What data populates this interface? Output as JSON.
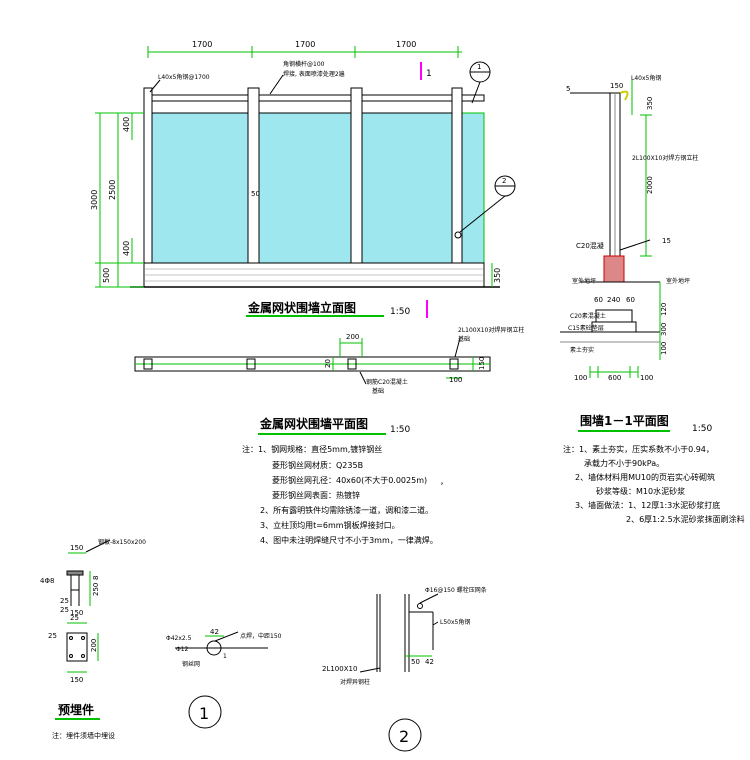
{
  "colors": {
    "green": "#00cc00",
    "cyan": "#9ee7ee",
    "magenta": "#ff00ff",
    "dim": "#000000"
  },
  "elevation": {
    "top_dims": [
      "1700",
      "1700",
      "1700"
    ],
    "label_post": "L40x5角钢@1700",
    "label_rail1": "角钢横杆@100",
    "label_rail2": "焊接, 表面喷漆处理2遍",
    "marker": "1",
    "circle1": "1",
    "circle2": "2",
    "dim_total": "3000",
    "dim_mesh": "2500",
    "dim_top": "400",
    "dim_bot": "400",
    "dim_base": "500",
    "dim_mid": "50",
    "dim_right": "350",
    "title": "金属网状围墙立面图",
    "scale": "1:50"
  },
  "plan": {
    "dim_200": "200",
    "dim_20": "20",
    "dim_150": "150",
    "dim_100": "100",
    "label_base": "钢筋C20混凝土",
    "label_base2": "基础",
    "label_right": "2L100X10对焊异钢立柱",
    "label_right2": "基础",
    "title": "金属网状围墙平面图",
    "scale": "1:50"
  },
  "section": {
    "dim_150": "150",
    "dim_5": "5",
    "label_angle": "L40x5角钢",
    "label_post": "2L100X10对焊方钢立柱",
    "dim_350": "350",
    "dim_2000": "2000",
    "label_c20": "C20混凝",
    "label_15": "15",
    "label_ground": "室外地坪",
    "label_ground2": "室外地坪",
    "dim_60a": "60",
    "dim_240": "240",
    "dim_60b": "60",
    "label_c20b": "C20素混凝土",
    "label_c15": "C15素砼垫层",
    "label_soil": "素土夯实",
    "dim_120": "120",
    "dim_300": "300",
    "dim_100v": "100",
    "dim_100a": "100",
    "dim_600": "600",
    "dim_100b": "100",
    "title": "围墙1－1平面图",
    "scale": "1:50"
  },
  "notes1": [
    "注：1、钢网规格：直径5mm,镀锌钢丝",
    "菱形钢丝网材质：Q235B",
    "菱形钢丝网孔径：40x60(不大于0.0025m)",
    "菱形钢丝网表面：热镀锌",
    "2、所有露明铁件均需除锈漆一道，调和漆二道。",
    "3、立柱顶均用t=6mm钢板焊接封口。",
    "4、图中未注明焊缝尺寸不小于3mm，一律满焊。"
  ],
  "notes1_mark": "，",
  "notes2": [
    "注：1、素土夯实，压实系数不小于0.94，",
    "承载力不小于90kPa。",
    "2、墙体材料用MU10的页岩实心砖砌筑",
    "砂浆等级：M10水泥砂浆",
    "3、墙面做法：1、12厚1:3水泥砂浆打底",
    "2、6厚1:2.5水泥砂浆抹面刷涂料"
  ],
  "embed": {
    "label_plate": "钢板-8x150x200",
    "dim_150": "150",
    "dim_4d8": "4Φ8",
    "dim_25a": "25",
    "dim_250": "250",
    "dim_8": "8",
    "dim_25b": "25",
    "dim_150b": "150",
    "dim_25c": "25",
    "dim_200": "200",
    "dim_25d": "25",
    "dim_150c": "150",
    "title": "预埋件",
    "note": "注：埋件须墙中埋设"
  },
  "detail1": {
    "dim_42": "42",
    "label_pipe": "Φ42x2.5",
    "label_12": "Φ12",
    "label_r": "1",
    "label_weld": "点焊，中距150",
    "label_steel": "钢丝网",
    "circle": "1"
  },
  "detail2": {
    "label_d16": "Φ16@150 螺栓压网条",
    "label_l50": "L50x5角钢",
    "label_post": "2L100X10",
    "label_post2": "对焊异钢柱",
    "dim_50": "50",
    "dim_42": "42",
    "circle": "2"
  }
}
